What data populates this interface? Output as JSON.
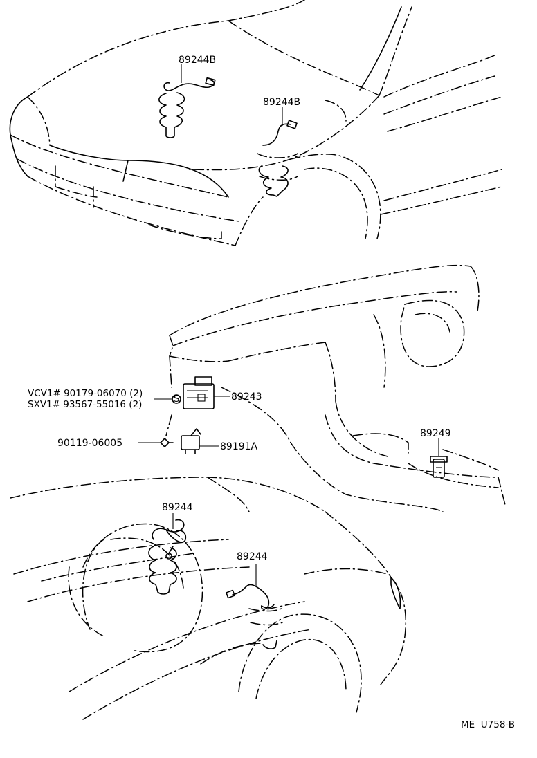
{
  "labels": {
    "front_hood_cable": "89244B",
    "front_fender_cable": "89244B",
    "computer_label_line1": "VCV1# 90179-06070 (2)",
    "computer_label_line2": "SXV1# 93567-55016 (2)",
    "computer": "89243",
    "bolt": "90119-06005",
    "relay": "89191A",
    "switch": "89249",
    "rear_cable_left": "89244",
    "rear_cable_right": "89244",
    "figure_code": "ME  U758-B"
  }
}
